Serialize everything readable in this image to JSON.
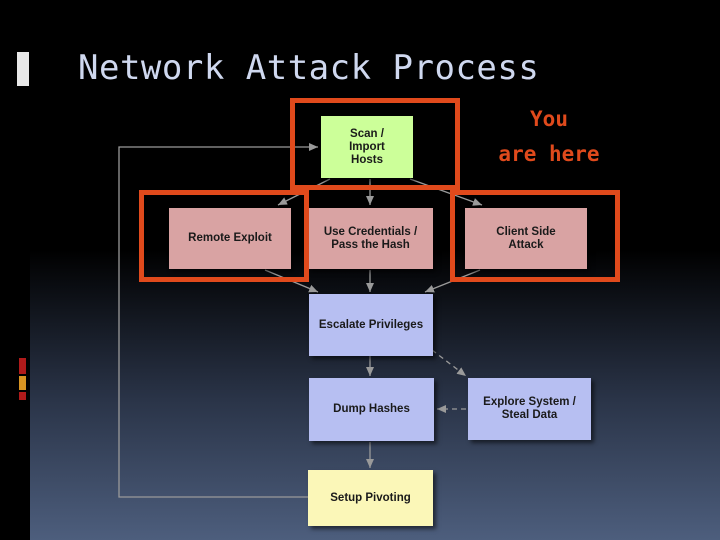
{
  "title": "Network Attack Process",
  "annotation": {
    "line1": "You",
    "line2": "are here"
  },
  "nodes": {
    "scan": "Scan / Import Hosts",
    "remote_exploit": "Remote Exploit",
    "use_credentials": "Use Credentials / Pass the Hash",
    "client_side": "Client Side Attack",
    "escalate": "Escalate Privileges",
    "dump_hashes": "Dump Hashes",
    "explore": "Explore System / Steal Data",
    "pivot": "Setup Pivoting"
  },
  "colors": {
    "scan": "#ccff99",
    "exploit": "#d9a3a3",
    "stage": "#b7bff2",
    "pivot": "#fbf7b8",
    "highlight": "#e04a1c",
    "title": "#cfd8ef",
    "connector": "#9a9a9a"
  }
}
